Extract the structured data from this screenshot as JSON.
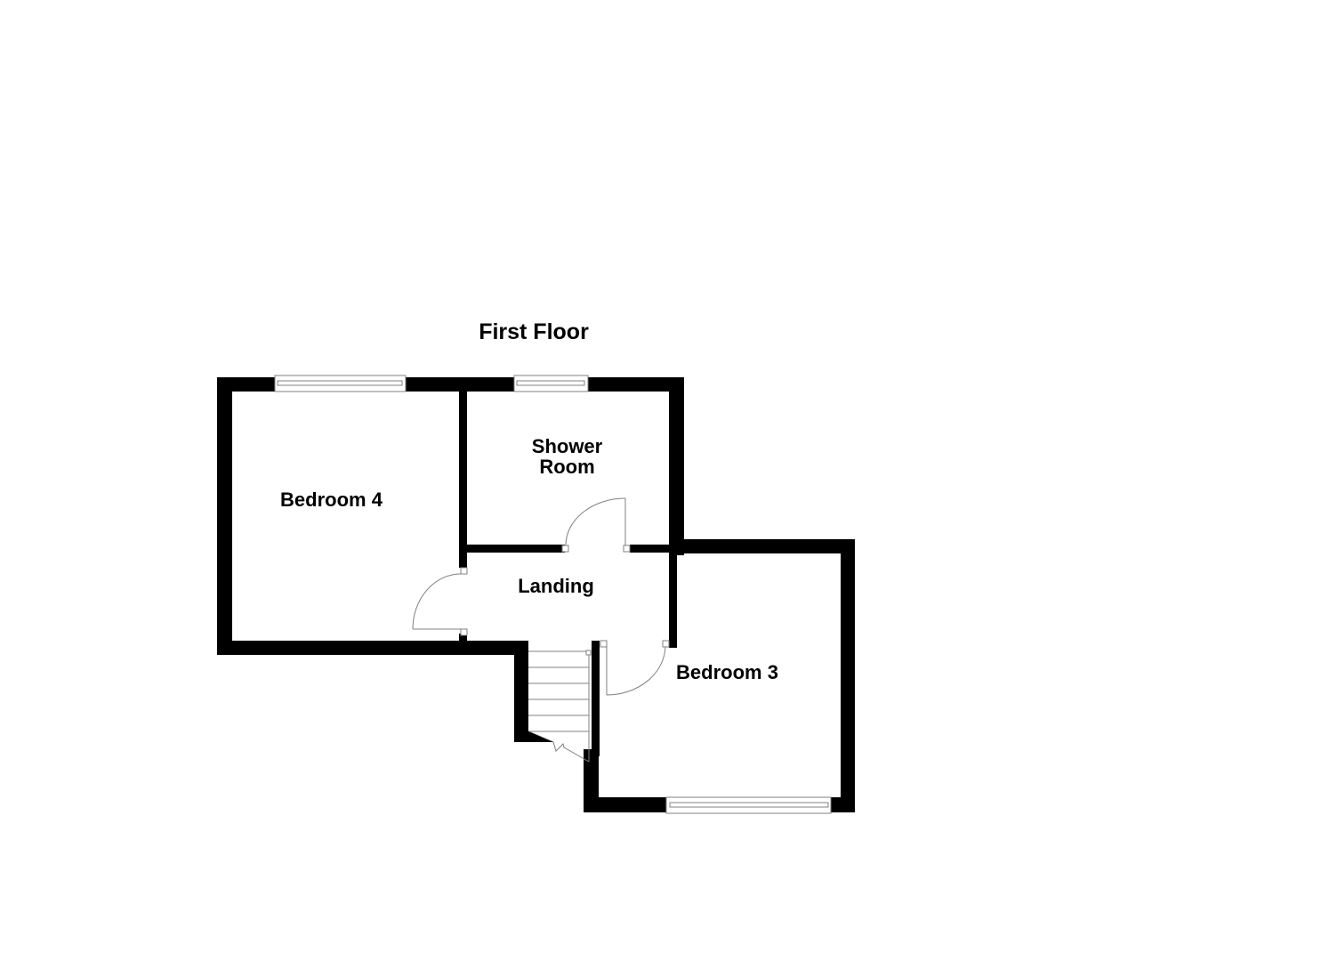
{
  "title": "First Floor",
  "rooms": [
    {
      "name": "Bedroom 4"
    },
    {
      "name": "Shower\nRoom"
    },
    {
      "name": "Landing"
    },
    {
      "name": "Bedroom 3"
    }
  ],
  "colors": {
    "wall": "#000000",
    "background": "#ffffff",
    "fixture_line": "#808080"
  }
}
